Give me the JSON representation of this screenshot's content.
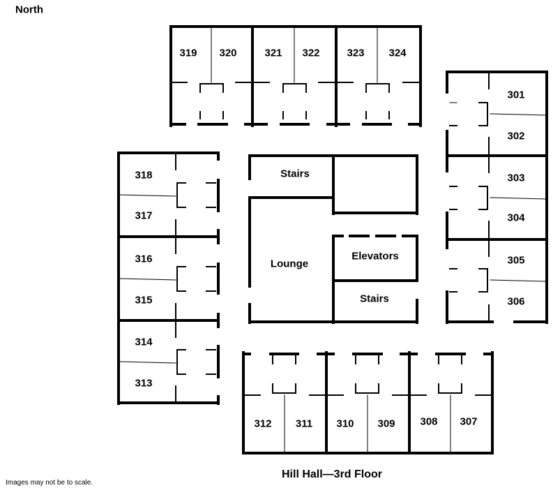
{
  "compass": "North",
  "caption": "Hill Hall—3rd Floor",
  "note": "Images may not be to scale.",
  "rooms": {
    "r301": "301",
    "r302": "302",
    "r303": "303",
    "r304": "304",
    "r305": "305",
    "r306": "306",
    "r307": "307",
    "r308": "308",
    "r309": "309",
    "r310": "310",
    "r311": "311",
    "r312": "312",
    "r313": "313",
    "r314": "314",
    "r315": "315",
    "r316": "316",
    "r317": "317",
    "r318": "318",
    "r319": "319",
    "r320": "320",
    "r321": "321",
    "r322": "322",
    "r323": "323",
    "r324": "324"
  },
  "areas": {
    "stairs_north": "Stairs",
    "stairs_south": "Stairs",
    "lounge": "Lounge",
    "elevators": "Elevators"
  }
}
